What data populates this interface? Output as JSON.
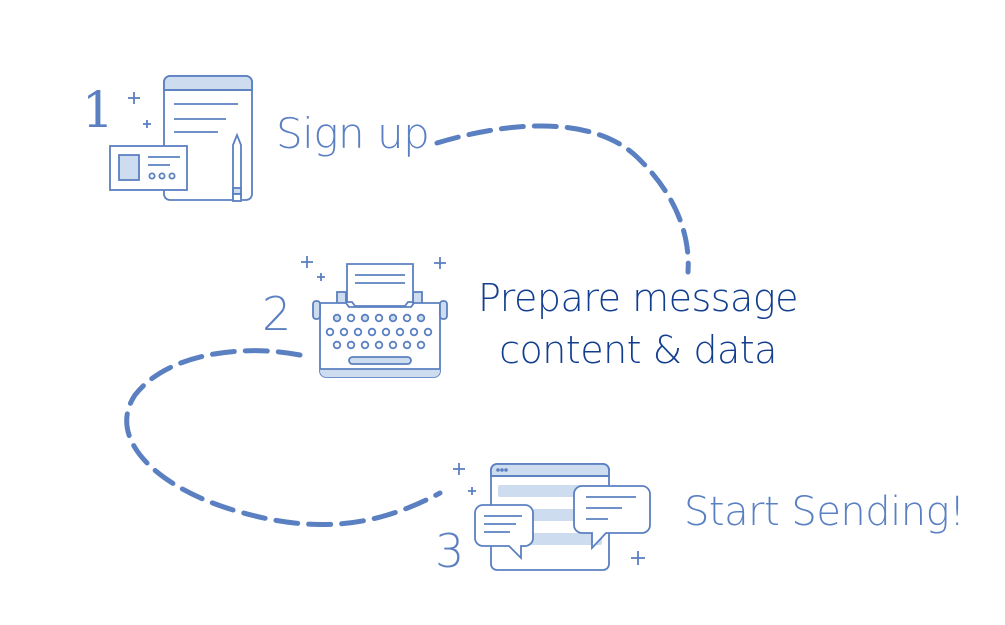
{
  "diagram": {
    "type": "step-flow",
    "colors": {
      "line": "#5b80c1",
      "fill_light": "#cddcef",
      "text_step": "#5a80c3",
      "text_emphasis": "#123e8f",
      "background": "#ffffff"
    },
    "steps": [
      {
        "number": "1",
        "label": "Sign up",
        "icon": "signup-form-icon"
      },
      {
        "number": "2",
        "label_line1": "Prepare message",
        "label_line2": "content & data",
        "icon": "typewriter-icon"
      },
      {
        "number": "3",
        "label": "Start Sending!",
        "icon": "chat-window-icon"
      }
    ],
    "connectors": [
      {
        "from": "1",
        "to": "2",
        "style": "dashed"
      },
      {
        "from": "2",
        "to": "3",
        "style": "dashed"
      }
    ]
  }
}
